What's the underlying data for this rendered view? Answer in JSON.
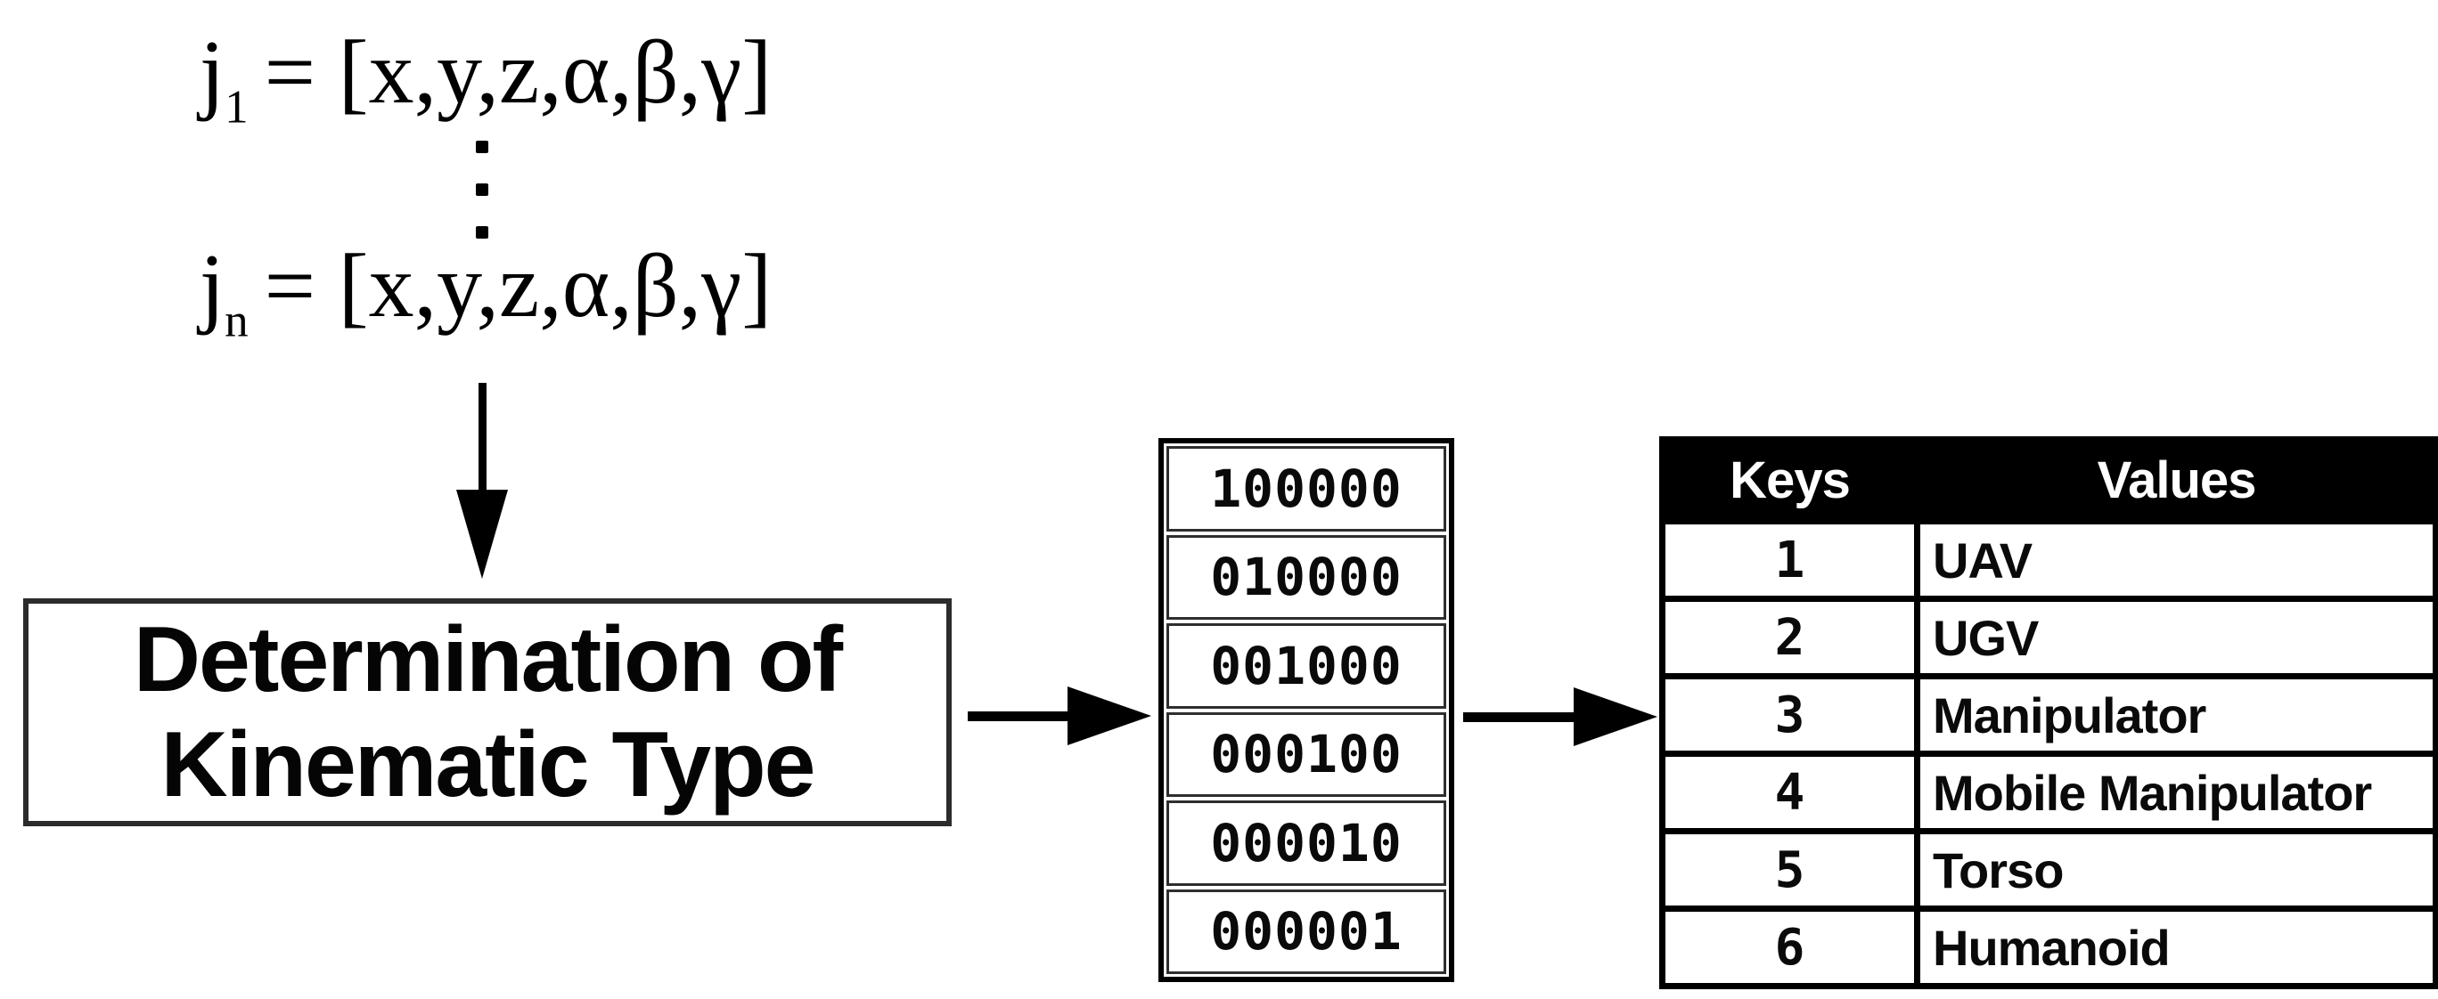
{
  "equations": {
    "line1": {
      "symbol": "j",
      "subscript": "1",
      "body": "= [x,y,z,α,β,γ]"
    },
    "line2": {
      "symbol": "j",
      "subscript": "n",
      "body": "= [x,y,z,α,β,γ]"
    }
  },
  "process_box": {
    "line1": "Determination of",
    "line2": "Kinematic Type"
  },
  "binary_column": {
    "values": [
      "100000",
      "010000",
      "001000",
      "000100",
      "000010",
      "000001"
    ]
  },
  "mapping_table": {
    "header": {
      "keys": "Keys",
      "values": "Values"
    },
    "rows": [
      {
        "key": "1",
        "value": "UAV"
      },
      {
        "key": "2",
        "value": "UGV"
      },
      {
        "key": "3",
        "value": "Manipulator"
      },
      {
        "key": "4",
        "value": "Mobile Manipulator"
      },
      {
        "key": "5",
        "value": "Torso"
      },
      {
        "key": "6",
        "value": "Humanoid"
      }
    ]
  },
  "colors": {
    "ink": "#000000",
    "box_border": "#2c2c2c",
    "table_header_bg": "#000000",
    "table_header_text": "#ffffff",
    "background": "#ffffff"
  }
}
